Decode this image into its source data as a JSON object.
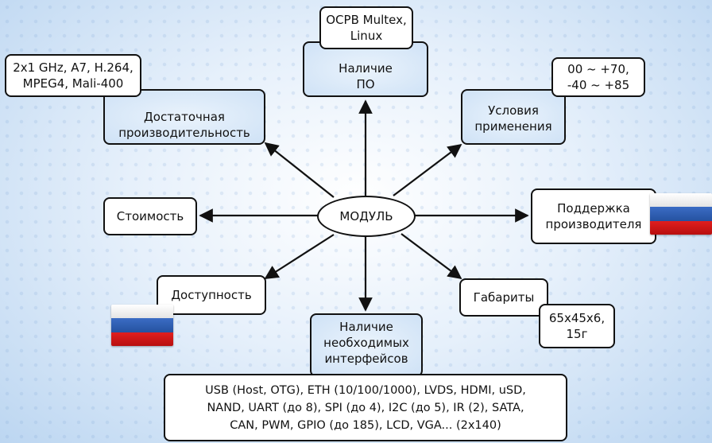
{
  "diagram": {
    "center": "МОДУЛЬ",
    "nodes": {
      "software": "Наличие\nПО",
      "os": "ОСРВ Multex,\nLinux",
      "performance": "Достаточная\nпроизводительность",
      "cpu_specs": "2x1 GHz, A7, H.264,\nMPEG4, Mali-400",
      "conditions": "Условия\nприменения",
      "temperature": "00 ~ +70,\n-40 ~ +85",
      "cost": "Стоимость",
      "support": "Поддержка\nпроизводителя",
      "availability": "Доступность",
      "dimensions": "Габариты",
      "dimensions_value": "65x45x6,\n15г",
      "interfaces": "Наличие\nнеобходимых\nинтерфейсов",
      "interfaces_list": "USB (Host, OTG), ETH (10/100/1000), LVDS, HDMI, uSD,\nNAND, UART (до 8), SPI (до 4), I2C (до 5), IR (2), SATA,\nCAN, PWM, GPIO (до 185), LCD, VGA... (2x140)"
    }
  },
  "colors": {
    "flag_white": "#ffffff",
    "flag_blue": "#2f5fb5",
    "flag_red": "#d01515",
    "arrow": "#111111"
  },
  "icons": [
    "russian-flag-icon",
    "russian-flag-icon"
  ]
}
